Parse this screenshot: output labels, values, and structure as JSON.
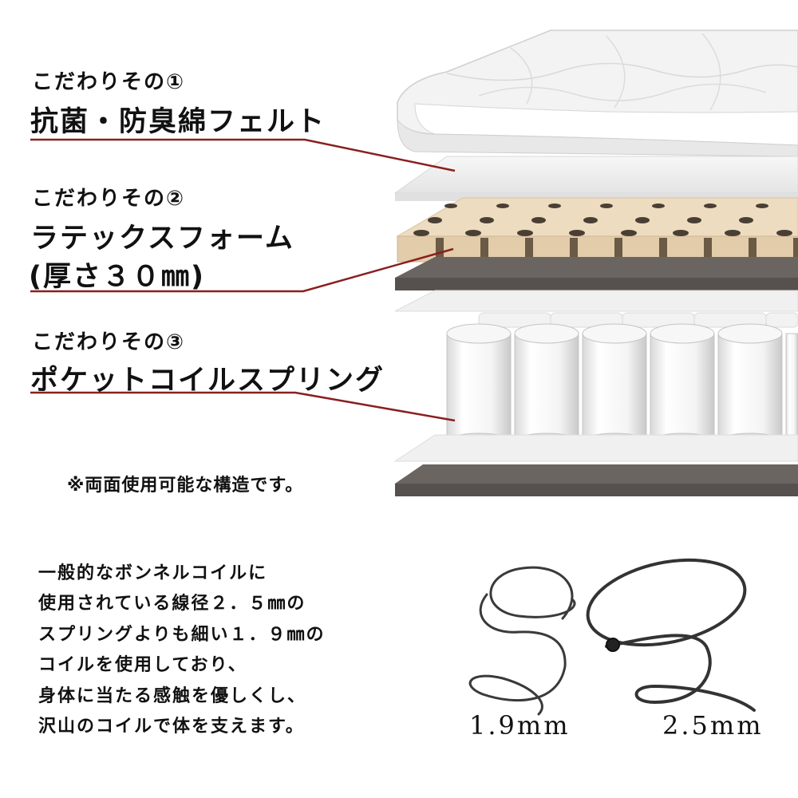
{
  "features": [
    {
      "kicker": "こだわりその①",
      "title": "抗菌・防臭綿フェルト",
      "subtitle": ""
    },
    {
      "kicker": "こだわりその②",
      "title": "ラテックスフォーム",
      "subtitle": "(厚さ３０㎜)"
    },
    {
      "kicker": "こだわりその③",
      "title": "ポケットコイルスプリング",
      "subtitle": ""
    }
  ],
  "note": "※両面使用可能な構造です。",
  "description": [
    "一般的なボンネルコイルに",
    "使用されている線径２．５㎜の",
    "スプリングよりも細い１．９㎜の",
    "コイルを使用しており、",
    "身体に当たる感触を優しくし、",
    "沢山のコイルで体を支えます。"
  ],
  "coils": [
    {
      "label": "1.9mm"
    },
    {
      "label": "2.5mm"
    }
  ],
  "colors": {
    "accent_line": "#8a1f1f",
    "foam": "#e6d2b4",
    "felt_dark": "#5f5a57",
    "text": "#111111"
  }
}
